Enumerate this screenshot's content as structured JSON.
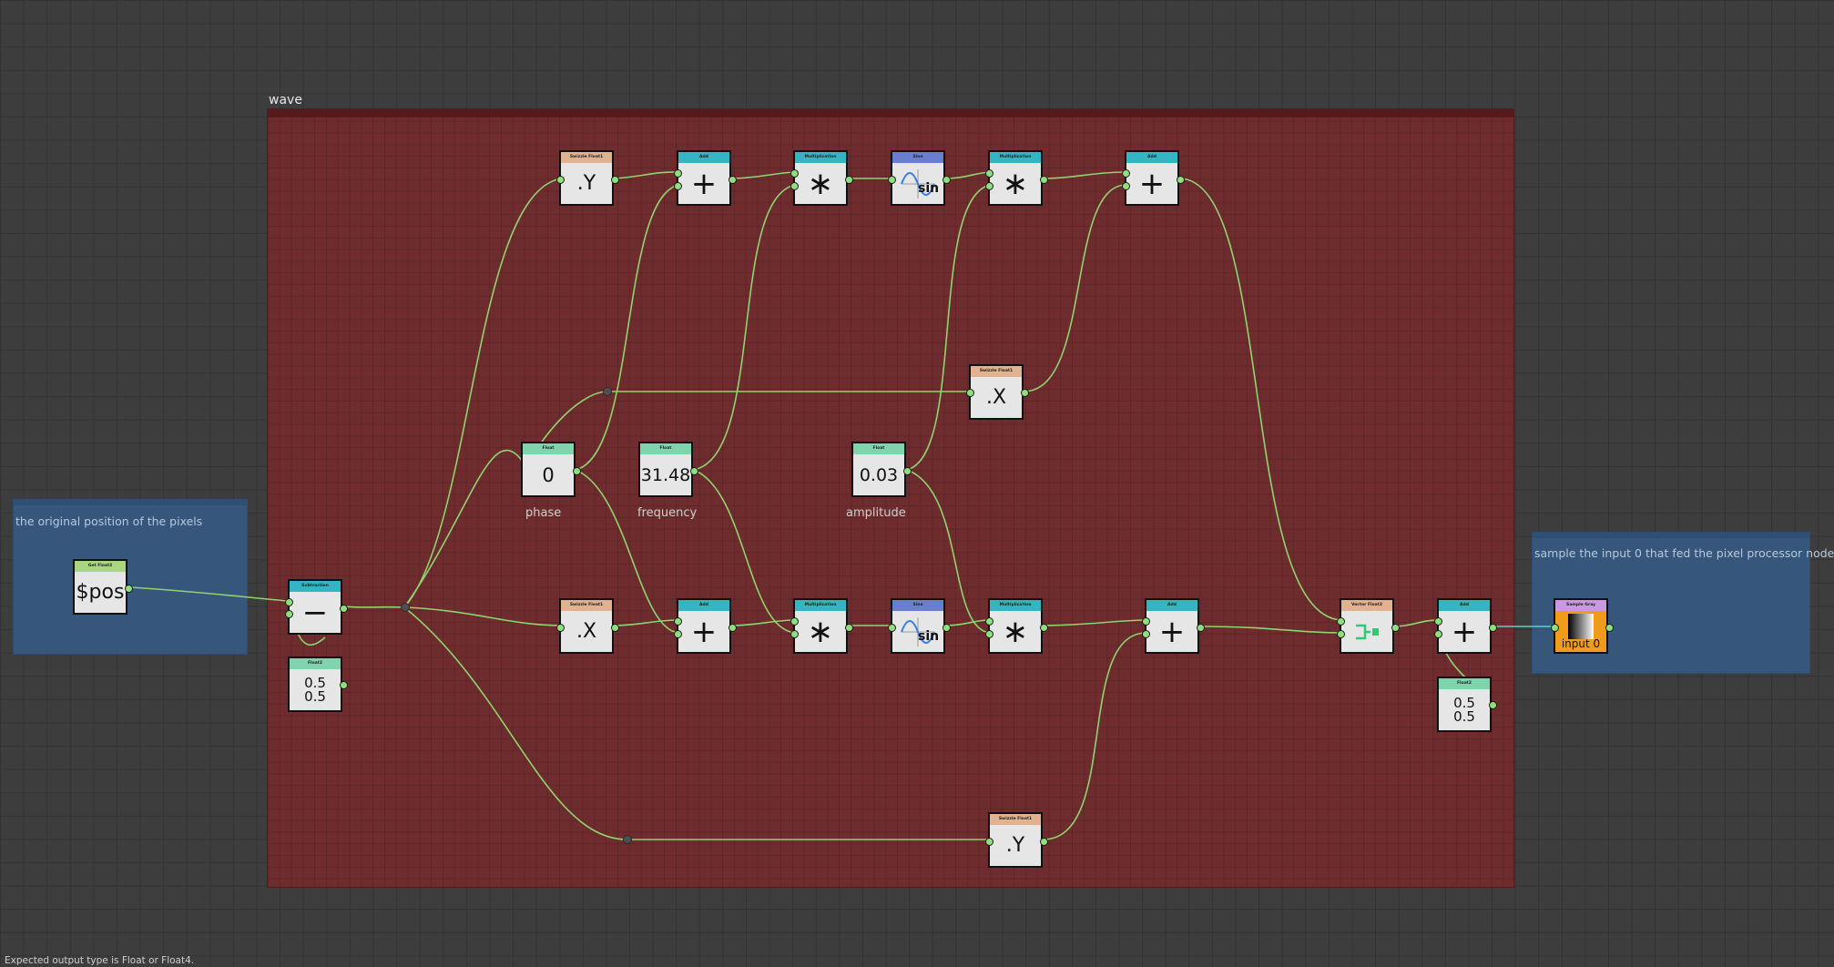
{
  "frame": {
    "title": "wave"
  },
  "comments": {
    "left": "the original position of the pixels",
    "right": "sample the input 0 that fed the pixel processor node"
  },
  "nodes": {
    "get_pos": {
      "header": "Get Float2",
      "value": "$pos"
    },
    "subtract": {
      "header": "Subtraction",
      "symbol": "−"
    },
    "float2_a": {
      "header": "Float2",
      "line1": "0.5",
      "line2": "0.5"
    },
    "swizzle_y_top": {
      "header": "Swizzle Float1",
      "value": ".Y"
    },
    "add_1": {
      "header": "Add",
      "symbol": "+"
    },
    "mul_1": {
      "header": "Multiplication",
      "symbol": "∗"
    },
    "sin_1": {
      "header": "Sine",
      "value": "sin"
    },
    "mul_2": {
      "header": "Multiplication",
      "symbol": "∗"
    },
    "add_2": {
      "header": "Add",
      "symbol": "+"
    },
    "swizzle_x_mid": {
      "header": "Swizzle Float1",
      "value": ".X"
    },
    "phase": {
      "header": "Float",
      "value": "0",
      "label": "phase"
    },
    "frequency": {
      "header": "Float",
      "value": "31.48",
      "label": "frequency"
    },
    "amplitude": {
      "header": "Float",
      "value": "0.03",
      "label": "amplitude"
    },
    "swizzle_x_low": {
      "header": "Swizzle Float1",
      "value": ".X"
    },
    "add_3": {
      "header": "Add",
      "symbol": "+"
    },
    "mul_3": {
      "header": "Multiplication",
      "symbol": "∗"
    },
    "sin_2": {
      "header": "Sine",
      "value": "sin"
    },
    "mul_4": {
      "header": "Multiplication",
      "symbol": "∗"
    },
    "add_4": {
      "header": "Add",
      "symbol": "+"
    },
    "swizzle_y_bottom": {
      "header": "Swizzle Float1",
      "value": ".Y"
    },
    "vector_float2": {
      "header": "Vector Float2"
    },
    "add_5": {
      "header": "Add",
      "symbol": "+"
    },
    "float2_b": {
      "header": "Float2",
      "line1": "0.5",
      "line2": "0.5"
    },
    "sample_gray": {
      "header": "Sample Gray",
      "caption": "input 0"
    }
  },
  "colors": {
    "wire": "#8fd46f",
    "wire_teal": "#5fd0c0",
    "frame": "#6f2c2e",
    "comment": "#365a85"
  },
  "status": "Expected output type is Float or Float4."
}
